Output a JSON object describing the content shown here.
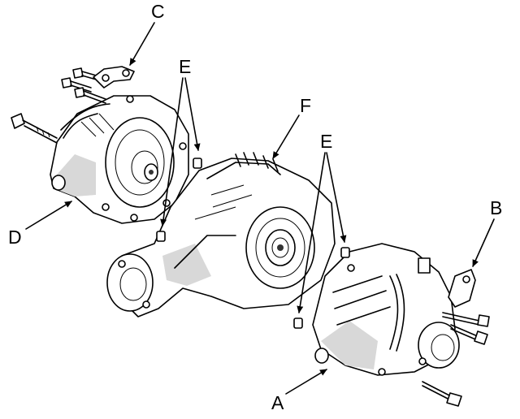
{
  "figure": {
    "labels": {
      "A": "A",
      "B": "B",
      "C": "C",
      "D": "D",
      "E_top": "E",
      "E_right": "E",
      "F": "F"
    }
  }
}
